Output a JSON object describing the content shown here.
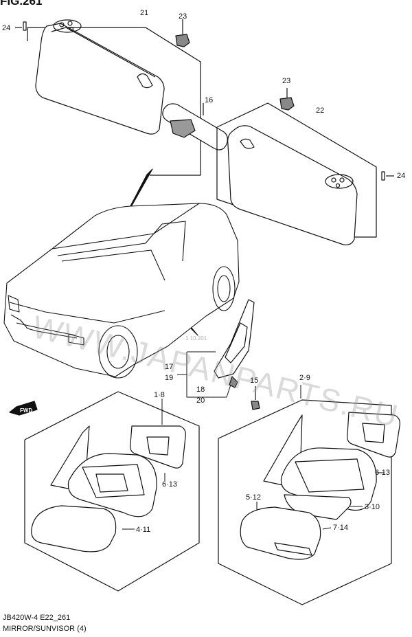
{
  "figure_title": "FIG.261",
  "watermark": "WWW.JAPANPARTS.RU",
  "watermark_small": "1 10.201",
  "forward_label": "FWD",
  "callouts": {
    "c24_left": "24",
    "c21": "21",
    "c23_top": "23",
    "c16": "16",
    "c23_right": "23",
    "c22": "22",
    "c24_right": "24",
    "c17": "17",
    "c19": "19",
    "c18": "18",
    "c20": "20",
    "c15": "15",
    "c2_9": "2·9",
    "c1_8": "1·8",
    "c6_13_left": "6·13",
    "c4_11": "4·11",
    "c6_13_right": "6·13",
    "c5_12": "5·12",
    "c3_10": "3·10",
    "c7_14": "7·14"
  },
  "footer": {
    "code": "JB420W-4 E22_261",
    "title": "MIRROR/SUNVISOR (4)"
  }
}
